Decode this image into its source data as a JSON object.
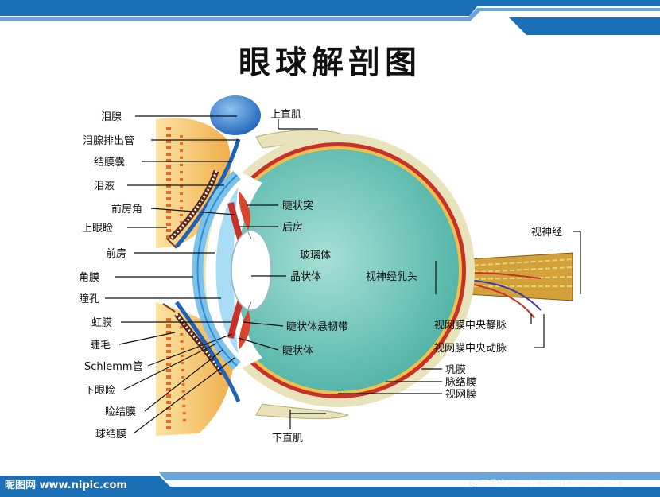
{
  "title": "眼球解剖图",
  "labels": {
    "lacrimal_gland": "泪腺",
    "lacrimal_duct": "泪腺排出管",
    "conjunctival_sac": "结膜囊",
    "tear_fluid": "泪液",
    "anterior_chamber_angle": "前房角",
    "upper_eyelid": "上眼睑",
    "anterior_chamber": "前房",
    "cornea": "角膜",
    "pupil": "瞳孔",
    "iris": "虹膜",
    "eyelash": "睫毛",
    "schlemm_canal": "Schlemm管",
    "lower_eyelid": "下眼睑",
    "palpebral_conjunctiva": "睑结膜",
    "bulbar_conjunctiva": "球结膜",
    "superior_rectus": "上直肌",
    "ciliary_process": "睫状突",
    "posterior_chamber": "后房",
    "vitreous_body": "玻璃体",
    "lens": "晶状体",
    "zonule": "睫状体悬韧带",
    "ciliary_body": "睫状体",
    "optic_disc": "视神经乳头",
    "optic_nerve": "视神经",
    "central_retinal_vein": "视网膜中央静脉",
    "central_retinal_artery": "视网膜中央动脉",
    "sclera": "巩膜",
    "choroid": "脉络膜",
    "retina": "视网膜",
    "inferior_rectus": "下直肌"
  },
  "footer": {
    "brand": "昵图网 www.nipic.com",
    "credit": "By:王孟玲 No.20140605154050009874"
  },
  "colors": {
    "accent_blue": "#1a6fb5",
    "vitreous": "#63bfb4",
    "sclera": "#e8e3bb",
    "choroid": "#c8302a",
    "cornea": "#7cc2ea",
    "skin": "#f3c16a"
  }
}
